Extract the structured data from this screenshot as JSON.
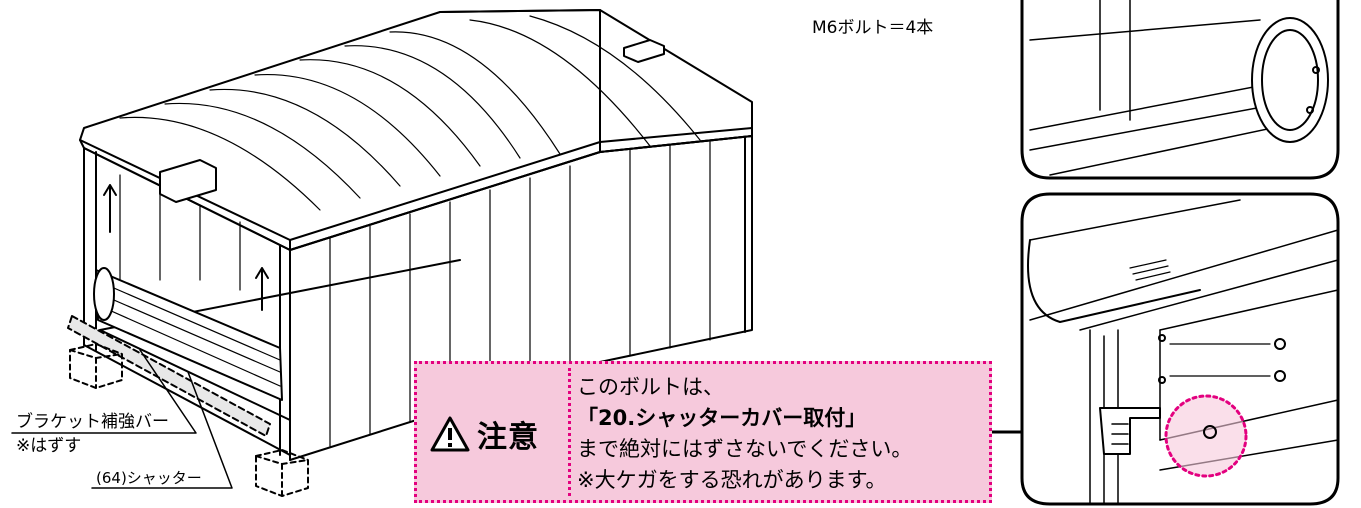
{
  "labels": {
    "bolt_count": "M6ボルト＝4本",
    "bracket_bar": "ブラケット補強バー",
    "remove_note": "※はずす",
    "shutter_part": "(64)シャッター"
  },
  "caution": {
    "heading": "注意",
    "lines": [
      "このボルトは、",
      "「20.シャッターカバー取付」",
      "まで絶対にはずさないでください。",
      "※大ケガをする恐れがあります。"
    ]
  },
  "icons": {
    "warning": "warning-triangle-icon"
  },
  "colors": {
    "caution_bg": "#f6c9dc",
    "caution_border": "#e3007f",
    "line": "#000000"
  }
}
